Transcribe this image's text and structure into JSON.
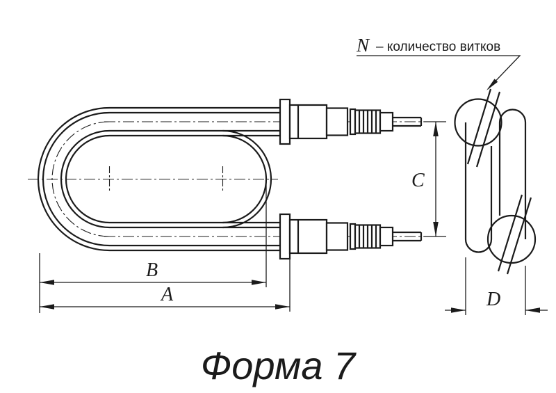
{
  "drawing": {
    "title": "Форма 7",
    "annotation_n": {
      "symbol": "N",
      "text": "– количество витков"
    },
    "dimensions": {
      "a": "A",
      "b": "B",
      "c": "C",
      "d": "D"
    },
    "colors": {
      "line": "#1b1b1b",
      "background": "#ffffff"
    }
  }
}
